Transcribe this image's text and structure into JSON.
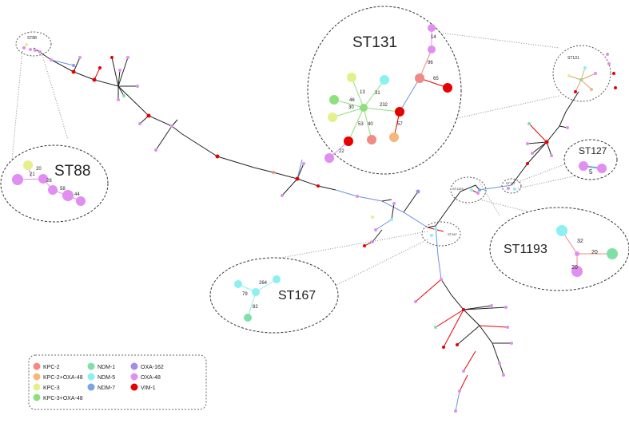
{
  "colors": {
    "KPC-2": "#f08a84",
    "KPC-2+OXA-48": "#f5b87a",
    "KPC-3": "#e3f08c",
    "KPC-3+OXA-48": "#8ee07e",
    "NDM-1": "#7fe0a6",
    "NDM-5": "#8cf0f0",
    "NDM-7": "#7aa3e6",
    "OXA-162": "#a48de3",
    "OXA-48": "#e08ef0",
    "VIM-1": "#e80000",
    "branch_black": "#222222",
    "branch_blue": "#6f8fe0"
  },
  "legend": {
    "items": [
      {
        "label": "KPC-2",
        "color": "#f08a84"
      },
      {
        "label": "NDM-1",
        "color": "#7fe0a6"
      },
      {
        "label": "OXA-162",
        "color": "#a48de3"
      },
      {
        "label": "KPC-2+OXA-48",
        "color": "#f5b87a"
      },
      {
        "label": "NDM-5",
        "color": "#8cf0f0"
      },
      {
        "label": "OXA-48",
        "color": "#e08ef0"
      },
      {
        "label": "KPC-3",
        "color": "#e3f08c"
      },
      {
        "label": "NDM-7",
        "color": "#7aa3e6"
      },
      {
        "label": "VIM-1",
        "color": "#e80000"
      },
      {
        "label": "KPC-3+OXA-48",
        "color": "#8ee07e"
      }
    ]
  },
  "clusters": {
    "st131": {
      "title": "ST131",
      "small_label": "ST131",
      "edge_labels": [
        "14",
        "96",
        "65",
        "13",
        "31",
        "46",
        "30",
        "232",
        "53",
        "40",
        "57",
        "22"
      ]
    },
    "st88": {
      "title": "ST88",
      "small_label": "ST88",
      "edge_labels": [
        "20",
        "21",
        "28",
        "58",
        "44"
      ]
    },
    "st127": {
      "title": "ST127",
      "small_label": "ST127",
      "edge_labels": [
        "5"
      ]
    },
    "st1193": {
      "title": "ST1193",
      "small_label": "ST1193",
      "edge_labels": [
        "32",
        "20",
        "20"
      ]
    },
    "st167": {
      "title": "ST167",
      "small_label": "ST167",
      "edge_labels": [
        "264",
        "79",
        "82"
      ]
    }
  }
}
